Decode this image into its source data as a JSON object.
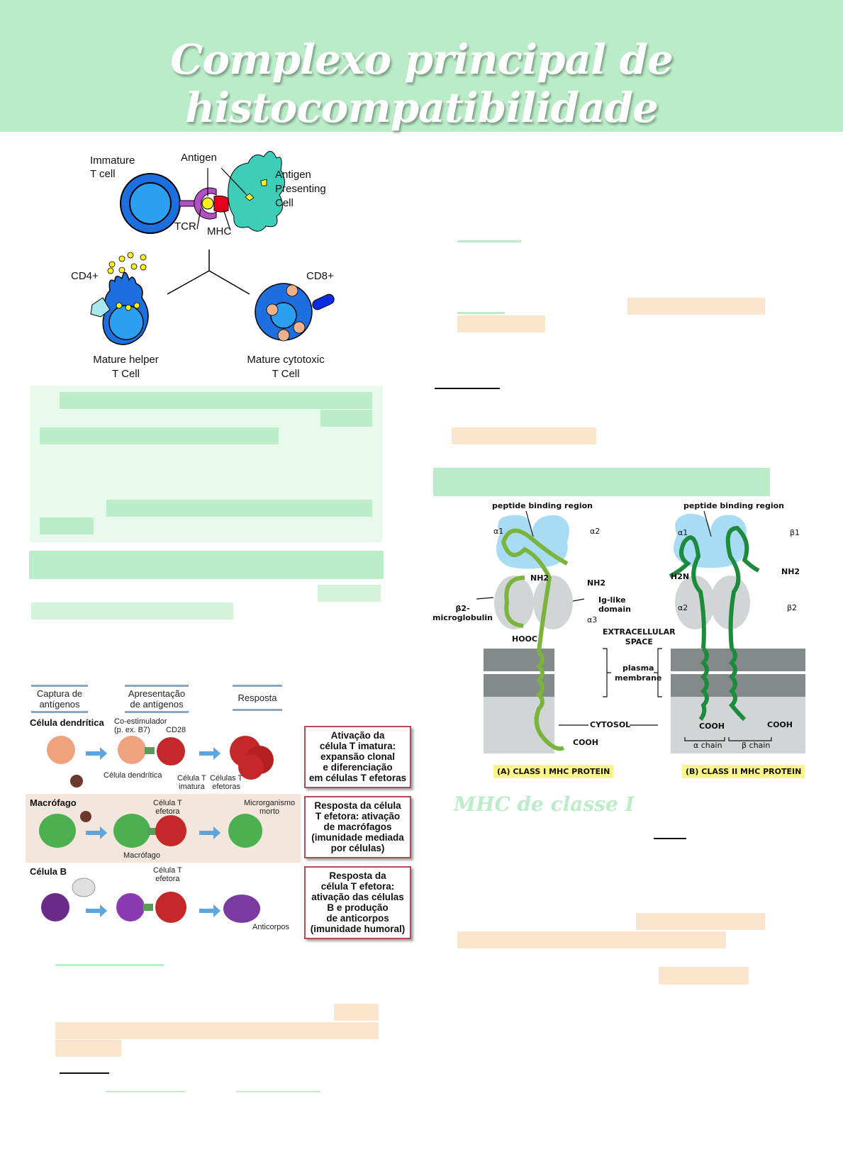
{
  "page": {
    "title": "Complexo principal de histocompatibilidade",
    "section_heading_class1": "MHC de classe I"
  },
  "colors": {
    "header_bg": "#b9ecc7",
    "highlight_green": "#baedc8",
    "highlight_green_soft": "#d5f2db",
    "highlight_peach": "#fbe5cc",
    "box_light_green": "#e9f9ee"
  },
  "figure_tcell": {
    "labels": {
      "immature_tcell": [
        "Immature",
        "T cell"
      ],
      "antigen": "Antigen",
      "apc": [
        "Antigen",
        "Presenting",
        "Cell"
      ],
      "tcr": "TCR",
      "mhc": "MHC",
      "cd4": "CD4+",
      "cd8": "CD8+",
      "helper": [
        "Mature helper",
        "T Cell"
      ],
      "cytotoxic": [
        "Mature cytotoxic",
        "T Cell"
      ]
    }
  },
  "figure_immune_response": {
    "steps": [
      [
        "Captura de",
        "antígenos"
      ],
      [
        "Apresentação",
        "de antígenos"
      ],
      [
        "Resposta"
      ]
    ],
    "rows": [
      {
        "label": "Célula dendrítica",
        "annotations": [
          "Co-estimulador",
          "(p. ex. B7)",
          "CD28",
          "Célula dendrítica",
          "Célula T",
          "imatura",
          "Células T",
          "efetoras"
        ],
        "result": [
          "Ativação da",
          "célula T imatura:",
          "expansão clonal",
          "e diferenciação",
          "em células T efetoras"
        ]
      },
      {
        "label": "Macrófago",
        "annotations": [
          "Célula T",
          "efetora",
          "Microrganismo",
          "morto",
          "Macrófago"
        ],
        "result": [
          "Resposta da célula",
          "T efetora: ativação",
          "de macrófagos",
          "(imunidade mediada",
          "por células)"
        ]
      },
      {
        "label": "Célula B",
        "annotations": [
          "Célula T",
          "efetora",
          "Anticorpos"
        ],
        "result": [
          "Resposta da",
          "célula T efetora:",
          "ativação das células",
          "B e produção",
          "de anticorpos",
          "(imunidade humoral)"
        ]
      }
    ]
  },
  "figure_mhc_proteins": {
    "class1": {
      "peptide_region": "peptide binding region",
      "alpha1": "α1",
      "alpha2": "α2",
      "alpha3": "α3",
      "nh2_a": "NH2",
      "nh2_b": "NH2",
      "b2m": [
        "β2-",
        "microglobulin"
      ],
      "hooc": "HOOC",
      "ig_like": [
        "Ig-like",
        "domain"
      ],
      "cooh": "COOH",
      "caption": "(A)  CLASS I MHC PROTEIN"
    },
    "shared": {
      "extracellular": [
        "EXTRACELLULAR",
        "SPACE"
      ],
      "membrane": [
        "plasma",
        "membrane"
      ],
      "cytosol": "CYTOSOL"
    },
    "class2": {
      "peptide_region": "peptide binding region",
      "alpha1": "α1",
      "beta1": "β1",
      "alpha2": "α2",
      "beta2": "β2",
      "h2n": "H2N",
      "nh2": "NH2",
      "cooh_a": "COOH",
      "cooh_b": "COOH",
      "alpha_chain": "α chain",
      "beta_chain": "β chain",
      "caption": "(B)  CLASS II MHC PROTEIN"
    }
  }
}
